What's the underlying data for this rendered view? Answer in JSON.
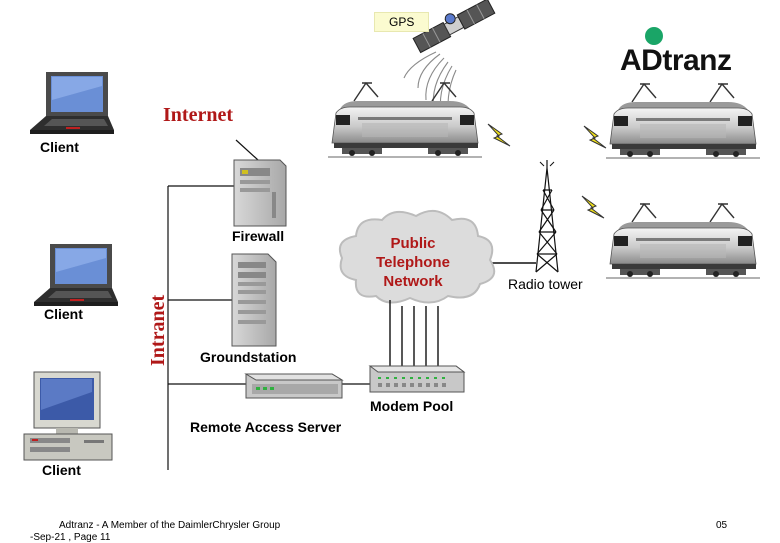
{
  "labels": {
    "gps": "GPS",
    "logo": "ADtranz",
    "internet": "Internet",
    "intranet": "Intranet",
    "client_top": "Client",
    "client_middle": "Client",
    "client_bottom": "Client",
    "firewall": "Firewall",
    "groundstation": "Groundstation",
    "remote_access_server": "Remote Access Server",
    "modem_pool": "Modem Pool",
    "radio_tower": "Radio tower",
    "cloud_line1": "Public",
    "cloud_line2": "Telephone",
    "cloud_line3": "Network"
  },
  "footer": {
    "left_line1": "Adtranz - A Member of the DaimlerChrysler Group",
    "left_line2": "-Sep-21 , Page 11",
    "page_number": "05"
  },
  "icons": {
    "satellite": "satellite-icon",
    "laptop": "laptop-icon",
    "desktop": "desktop-computer-icon",
    "server": "server-tower-icon",
    "router": "network-box-icon",
    "modem_pool": "modem-pool-icon",
    "cloud": "cloud-icon",
    "tower": "radio-tower-icon",
    "locomotive": "locomotive-icon",
    "lightning": "lightning-bolt-icon"
  },
  "colors": {
    "logo_accent": "#1aa567",
    "red_text": "#b01818",
    "gps_background": "#fbfbd0"
  }
}
